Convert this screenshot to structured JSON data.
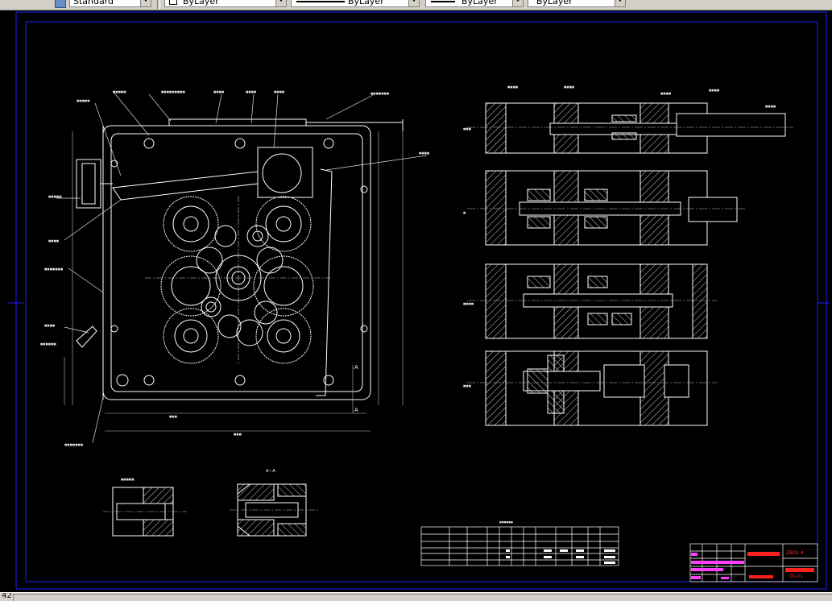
{
  "toolbar": {
    "textstyle": "Standard",
    "layer": "ByLayer",
    "linetype": "ByLayer",
    "lineweight": "ByLayer",
    "plotstyle": "ByLayer"
  },
  "drawing": {
    "section_label": "A—A",
    "view_label": "A",
    "title_block": {
      "drawing_no_1": "ZB02-4",
      "drawing_no_2": "00-01"
    }
  },
  "statusbar": {
    "coordinate": "42"
  },
  "colors": {
    "background": "#000000",
    "border": "#1e1eff",
    "lines": "#ffffff",
    "dims": "#d0d0d0",
    "title_red": "#ff2020",
    "title_magenta": "#ff40ff"
  }
}
